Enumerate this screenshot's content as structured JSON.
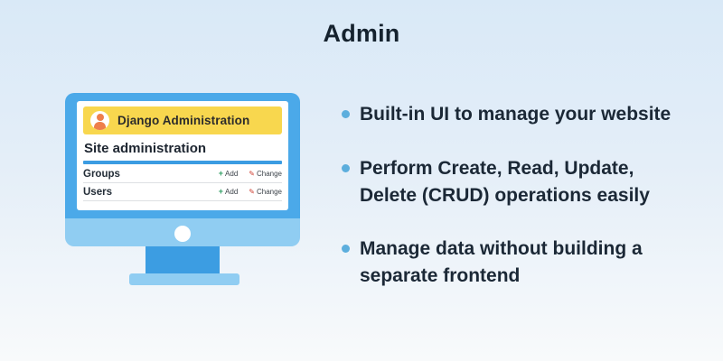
{
  "slide": {
    "title": "Admin"
  },
  "monitor_ui": {
    "header": {
      "title": "Django Administration"
    },
    "section_title": "Site administration",
    "rows": [
      {
        "label": "Groups",
        "add_label": "Add",
        "change_label": "Change"
      },
      {
        "label": "Users",
        "add_label": "Add",
        "change_label": "Change"
      }
    ]
  },
  "bullets": [
    "Built-in UI to manage your website",
    "Perform Create, Read, Update, Delete (CRUD) operations easily",
    "Manage data without building a separate frontend"
  ],
  "icons": {
    "add-icon": "+",
    "change-icon": "✎",
    "bullet-icon": "css-circle",
    "avatar-icon": "css-person-shape",
    "camera-icon": "css-circle"
  },
  "colors": {
    "background_top": "#d9e9f7",
    "background_bottom": "#f8fafb",
    "monitor_frame": "#4ba9e9",
    "monitor_chin": "#90cdf2",
    "monitor_stand": "#3c9de2",
    "header_yellow": "#f8d74e",
    "avatar_orange": "#ee7f4b",
    "divider_blue": "#3b9ce2",
    "text_dark": "#15222e",
    "bullet_dot": "#5caedd",
    "add_green": "#2f9e63",
    "change_red": "#cf4335"
  }
}
